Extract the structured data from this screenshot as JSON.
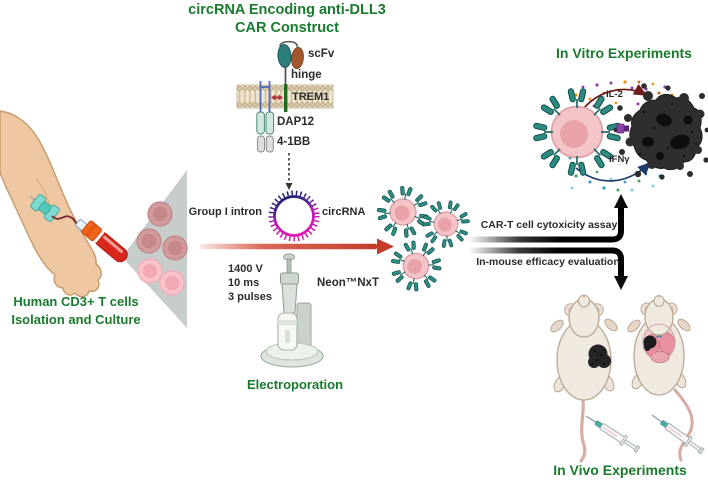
{
  "colors": {
    "heading_green": "#1a7a2e",
    "body_text": "#2b2b2b",
    "transfection_arrow_red": "#c23b2b",
    "receptor_teal": "#2f8c83",
    "cell_pink": "#f3c5c8",
    "tumor_black": "#2e2e2e",
    "circrna_navy": "#16226e",
    "circrna_magenta": "#d019ae"
  },
  "left_panel": {
    "caption_line1": "Human CD3+ T cells",
    "caption_line2": "Isolation and Culture"
  },
  "car_construct": {
    "title_line1": "circRNA Encoding anti-DLL3",
    "title_line2": "CAR Construct",
    "scfv_label": "scFv",
    "hinge_label": "hinge",
    "trem1_label": "TREM1",
    "dap12_label": "DAP12",
    "costim_label": "4-1BB"
  },
  "circrna": {
    "intron_label": "Group I intron",
    "circrna_label": "circRNA"
  },
  "electroporation": {
    "param_voltage": "1400 V",
    "param_pulse_width": "10 ms",
    "param_pulses": "3 pulses",
    "device_name": "Neon™NxT",
    "caption": "Electroporation"
  },
  "in_vitro": {
    "title": "In Vitro Experiments",
    "cytokine_top": "IL-2",
    "cytokine_bottom": "IFNγ"
  },
  "branch_arrows": {
    "top_label": "CAR-T cell cytoxicity assay",
    "bottom_label": "In-mouse efficacy evaluation"
  },
  "in_vivo": {
    "title": "In Vivo Experiments"
  }
}
